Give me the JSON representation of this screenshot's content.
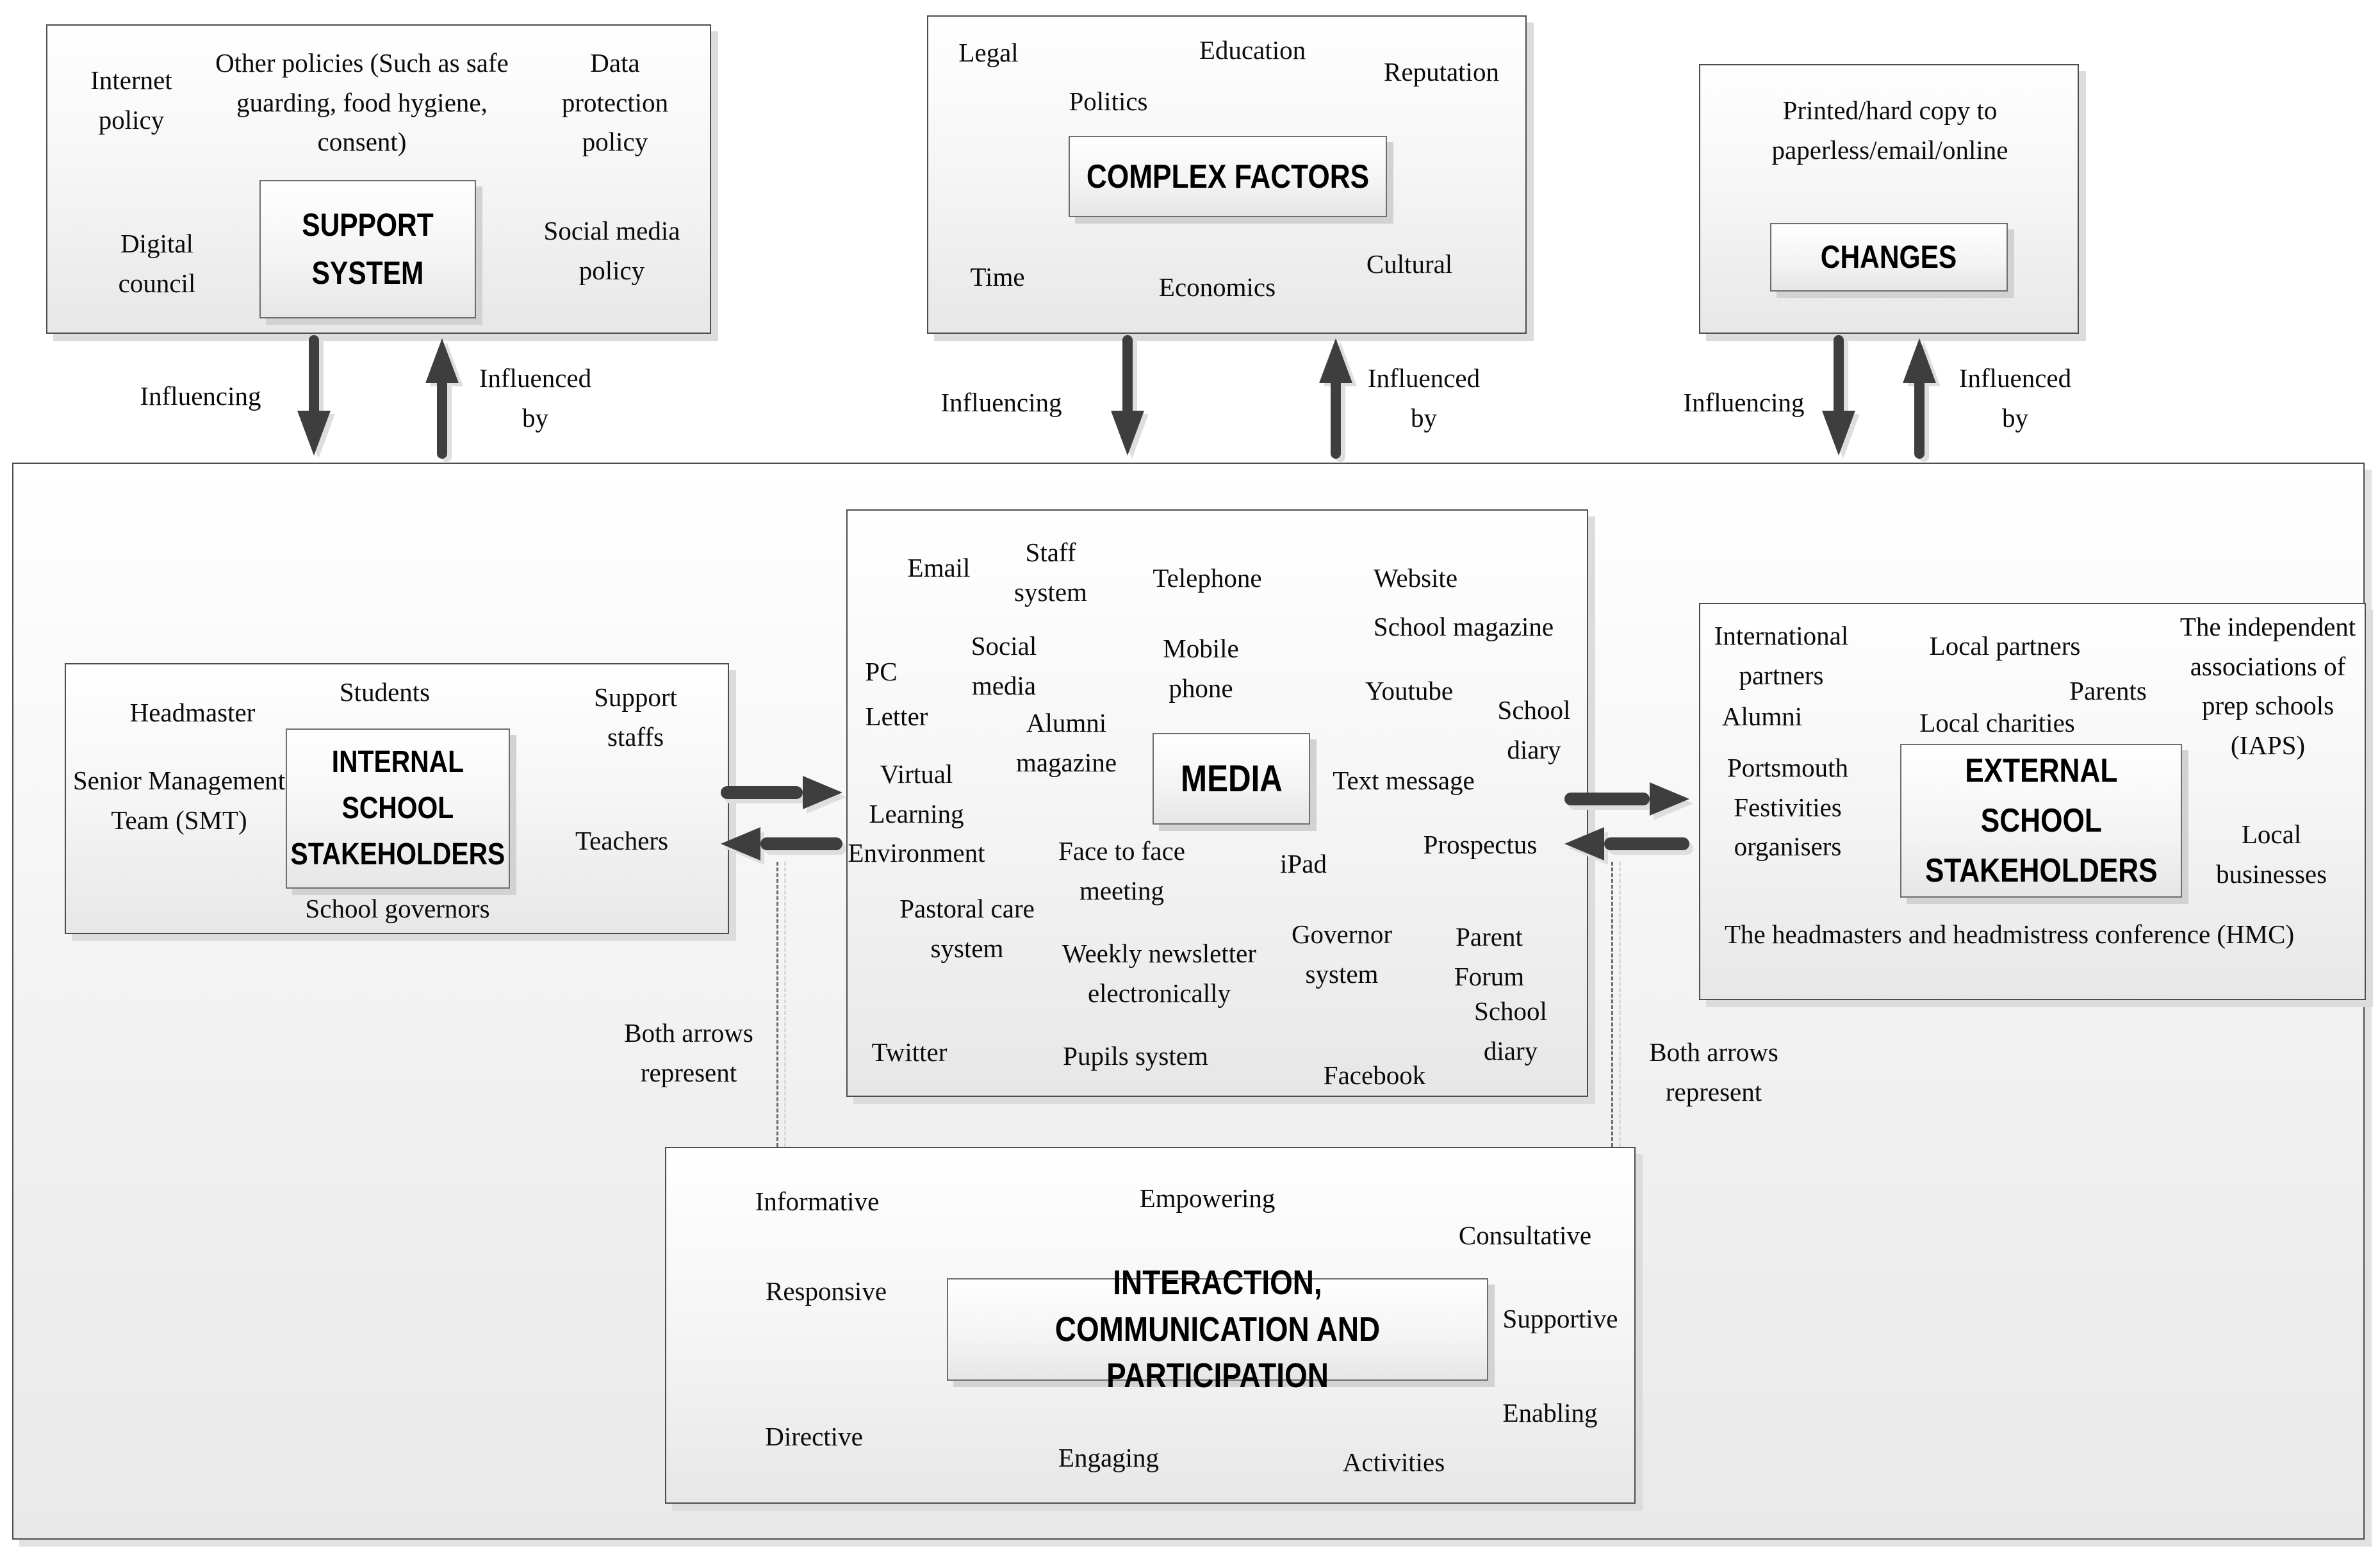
{
  "palette": {
    "text": "#0b0b0b",
    "arrow": "#3e3e3e",
    "box_border": "#4d4d4d",
    "box_fill_top": "#ffffff",
    "box_fill_bottom": "#e7e7e7",
    "shadow": "#dcdcdc"
  },
  "flows": {
    "influencing": "Influencing",
    "influenced_by": "Influenced by",
    "both_arrows": "Both arrows represent"
  },
  "boxes": {
    "support_system": {
      "title": "SUPPORT SYSTEM",
      "internet_policy": "Internet policy",
      "other_policies": "Other policies (Such as safe guarding, food hygiene, consent)",
      "data_protection": "Data protection policy",
      "digital_council": "Digital council",
      "social_media_policy": "Social media policy"
    },
    "complex_factors": {
      "title": "COMPLEX FACTORS",
      "legal": "Legal",
      "education": "Education",
      "reputation": "Reputation",
      "politics": "Politics",
      "time": "Time",
      "economics": "Economics",
      "cultural": "Cultural"
    },
    "changes": {
      "title": "CHANGES",
      "description": "Printed/hard copy to paperless/email/online"
    },
    "internal": {
      "title": "INTERNAL SCHOOL STAKEHOLDERS",
      "headmaster": "Headmaster",
      "students": "Students",
      "support_staffs": "Support staffs",
      "smt": "Senior Management Team (SMT)",
      "teachers": "Teachers",
      "school_governors": "School governors"
    },
    "media": {
      "title": "MEDIA",
      "email": "Email",
      "staff_system": "Staff system",
      "telephone": "Telephone",
      "website": "Website",
      "school_magazine": "School magazine",
      "social_media": "Social media",
      "mobile_phone": "Mobile phone",
      "pc": "PC",
      "youtube": "Youtube",
      "letter": "Letter",
      "school_diary_top": "School diary",
      "alumni_magazine": "Alumni magazine",
      "text_message": "Text message",
      "virtual_learning_environment": "Virtual Learning Environment",
      "face_to_face": "Face to face meeting",
      "ipad": "iPad",
      "prospectus": "Prospectus",
      "pastoral_care": "Pastoral care system",
      "governor_system": "Governor system",
      "parent_forum": "Parent Forum",
      "weekly_newsletter": "Weekly newsletter electronically",
      "school_diary_bottom": "School diary",
      "twitter": "Twitter",
      "pupils_system": "Pupils system",
      "facebook": "Facebook"
    },
    "external": {
      "title": "EXTERNAL SCHOOL STAKEHOLDERS",
      "international_partners": "International partners",
      "alumni": "Alumni",
      "local_partners": "Local partners",
      "parents": "Parents",
      "local_charities": "Local charities",
      "iaps": "The independent associations of prep schools (IAPS)",
      "portsmouth": "Portsmouth Festivities organisers",
      "local_businesses": "Local businesses",
      "hmc": "The headmasters and headmistress conference (HMC)"
    },
    "interaction": {
      "title": "INTERACTION, COMMUNICATION AND PARTICIPATION",
      "informative": "Informative",
      "empowering": "Empowering",
      "consultative": "Consultative",
      "responsive": "Responsive",
      "supportive": "Supportive",
      "enabling": "Enabling",
      "directive": "Directive",
      "engaging": "Engaging",
      "activities": "Activities"
    }
  }
}
